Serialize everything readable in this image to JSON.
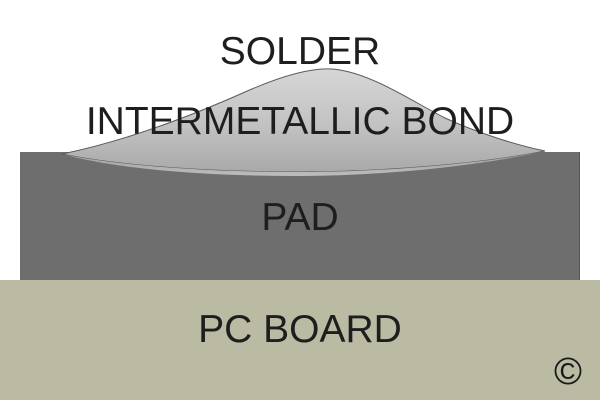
{
  "diagram": {
    "layers": [
      {
        "id": "solder",
        "label": "SOLDER",
        "color": "#c8c8c8"
      },
      {
        "id": "intermetallic",
        "label": "INTERMETALLIC BOND",
        "color": "#b4b4b4"
      },
      {
        "id": "pad",
        "label": "PAD",
        "color": "#6e6e6e"
      },
      {
        "id": "board",
        "label": "PC BOARD",
        "color": "#bbbaa3"
      }
    ],
    "copyright_symbol": "©"
  }
}
